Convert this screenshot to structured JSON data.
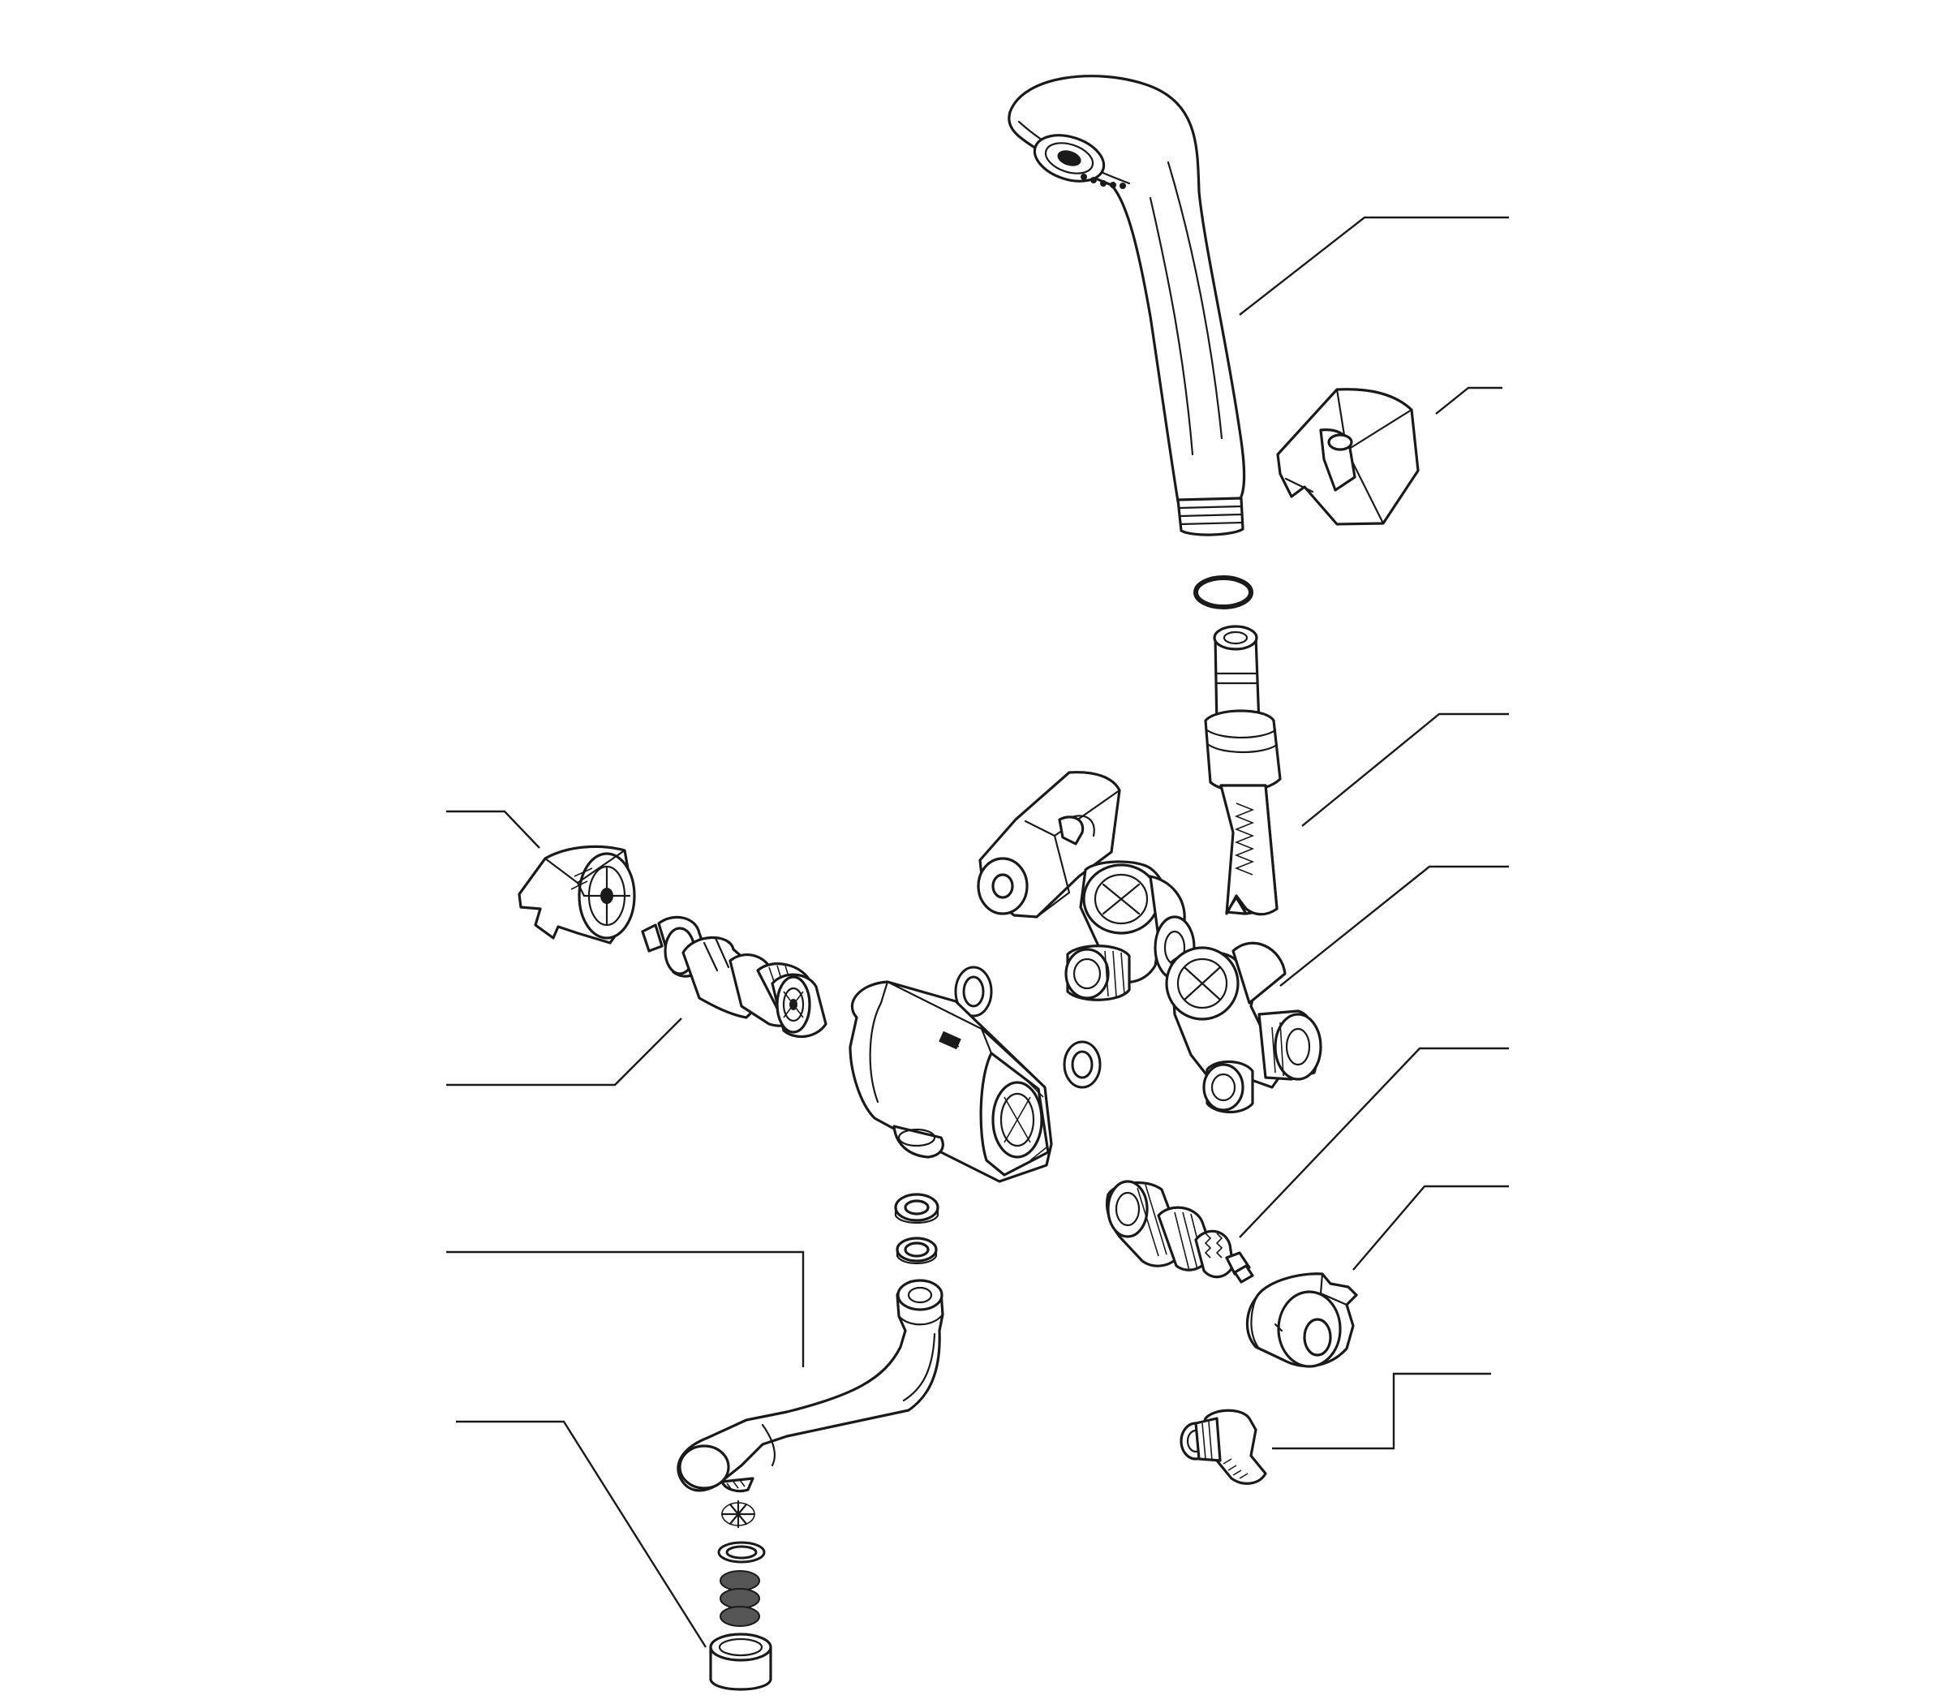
{
  "diagram": {
    "type": "exploded-parts-view",
    "labels_shown": false,
    "parts": [
      {
        "id": "shower-head"
      },
      {
        "id": "shower-holder-wall"
      },
      {
        "id": "o-ring-top"
      },
      {
        "id": "shower-hose"
      },
      {
        "id": "shower-holder-bracket"
      },
      {
        "id": "union-elbow-fitting-left"
      },
      {
        "id": "union-elbow-fitting-right"
      },
      {
        "id": "handle-cap-left"
      },
      {
        "id": "valve-cartridge-left"
      },
      {
        "id": "mixer-body"
      },
      {
        "id": "gasket-left"
      },
      {
        "id": "gasket-right"
      },
      {
        "id": "valve-cartridge-right"
      },
      {
        "id": "handle-cap-right"
      },
      {
        "id": "spout-nut-rings"
      },
      {
        "id": "spout-pipe"
      },
      {
        "id": "aerator-set"
      },
      {
        "id": "elbow-adapter"
      }
    ],
    "leaders": [
      {
        "id": "leader-shower-head"
      },
      {
        "id": "leader-shower-holder-wall"
      },
      {
        "id": "leader-shower-hose"
      },
      {
        "id": "leader-union-fittings"
      },
      {
        "id": "leader-handle-cap-left"
      },
      {
        "id": "leader-valve-cartridge-left"
      },
      {
        "id": "leader-valve-cartridge-right"
      },
      {
        "id": "leader-handle-cap-right"
      },
      {
        "id": "leader-spout-pipe"
      },
      {
        "id": "leader-aerator"
      },
      {
        "id": "leader-elbow-adapter"
      }
    ]
  }
}
